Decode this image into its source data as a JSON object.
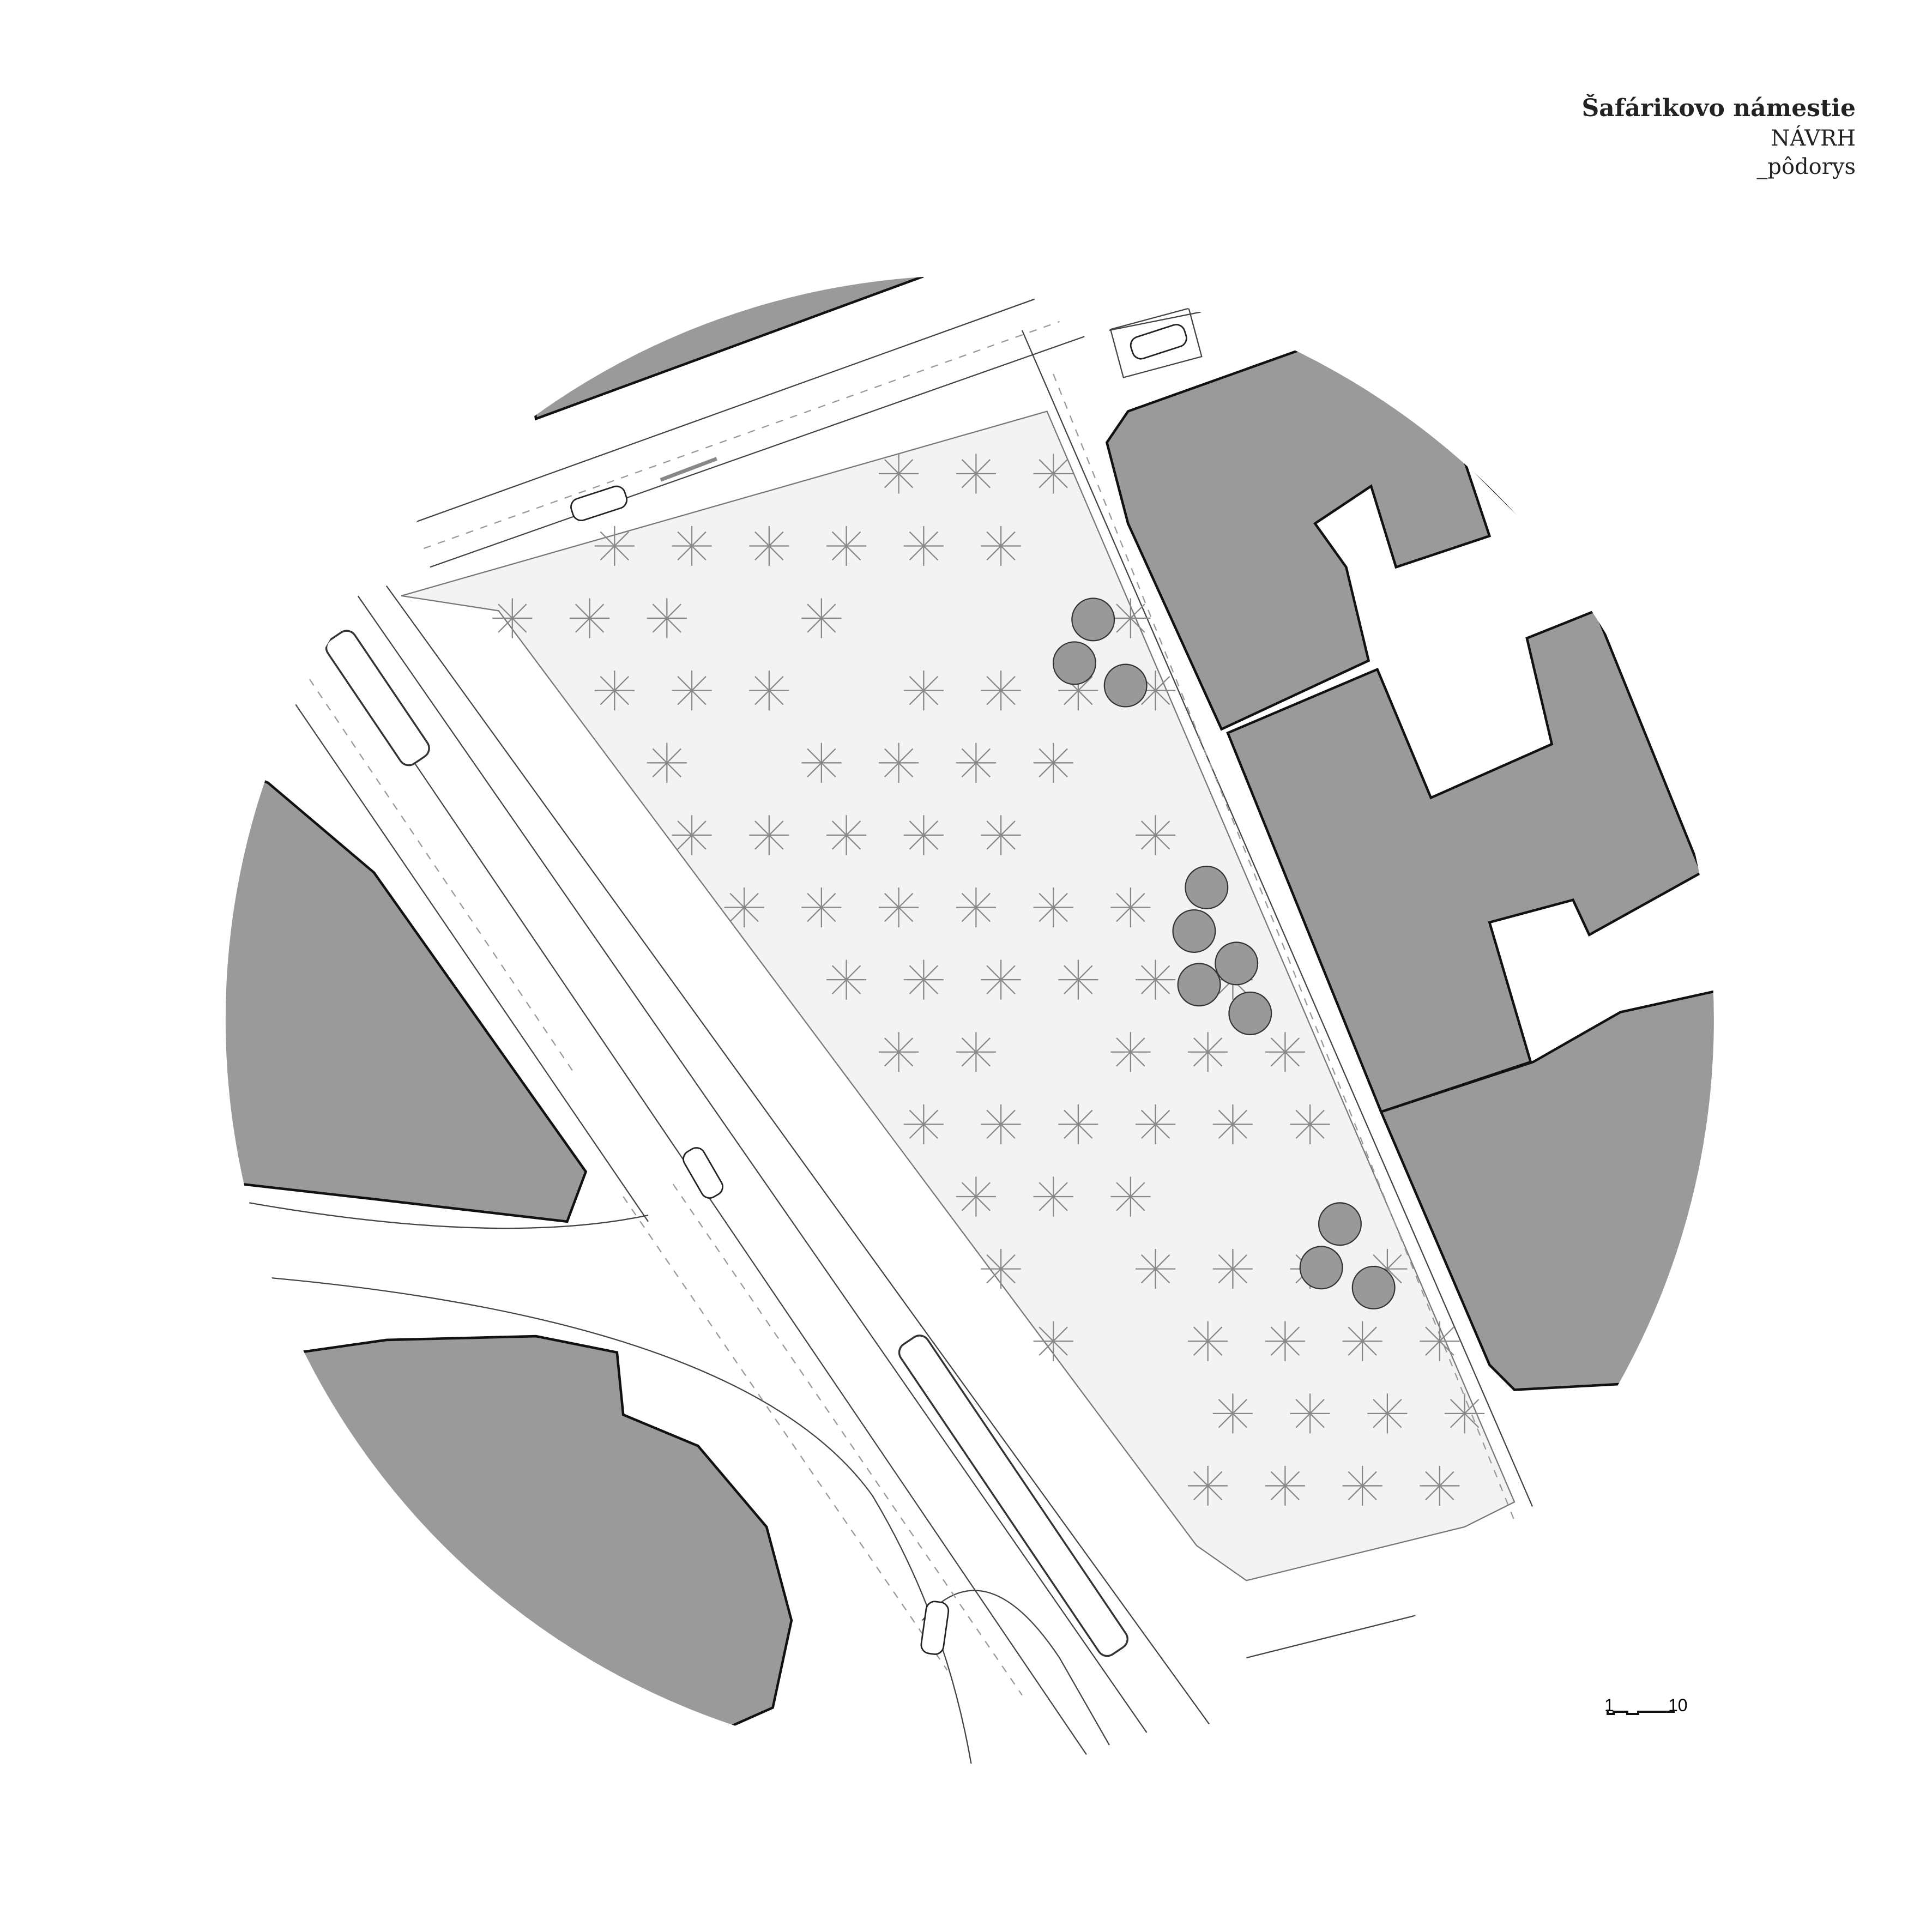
{
  "title": {
    "name": "Šafárikovo námestie",
    "stage": "NÁVRH",
    "drawing": "_pôdorys"
  },
  "scale_bar": {
    "start_label": "1",
    "end_label": "10"
  },
  "colors": {
    "building": "#9a9a9a",
    "plaza": "#f2f2f2",
    "line": "#222222"
  }
}
